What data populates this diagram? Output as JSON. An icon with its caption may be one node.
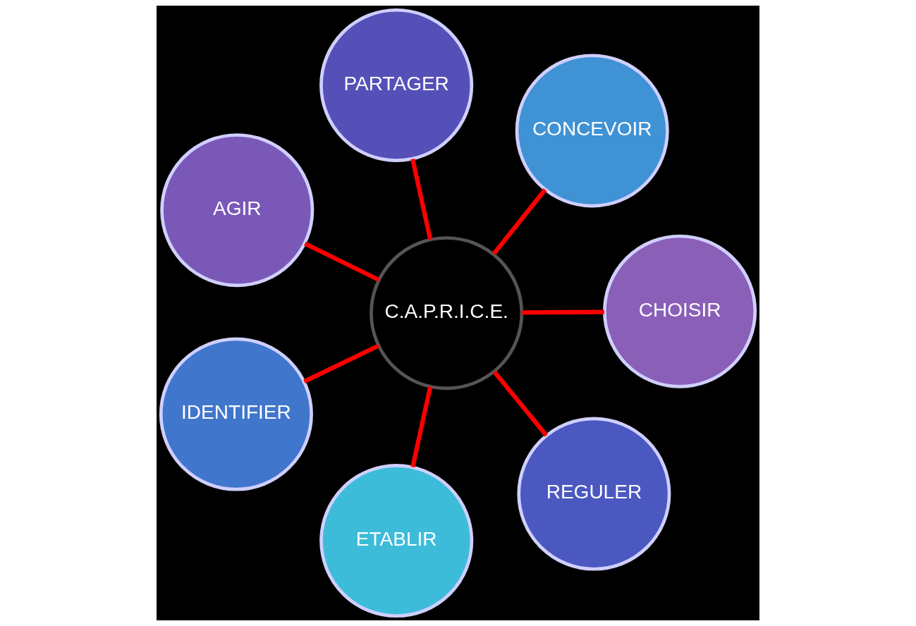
{
  "diagram": {
    "nodes": [
      {
        "text": [
          "C.A.P.R.I.C.E."
        ]
      },
      {
        "text": [
          "CHOISIR"
        ]
      },
      {
        "text": [
          "ETABLIR"
        ]
      },
      {
        "text": [
          "AGIR"
        ]
      },
      {
        "text": [
          "CONCEVOIR"
        ]
      },
      {
        "text": [
          "PARTAGER"
        ]
      },
      {
        "text": [
          "IDENTIFIER"
        ]
      },
      {
        "text": [
          "REGULER"
        ]
      }
    ],
    "edges": [
      {
        "from": 0,
        "to": 1,
        "arrow": "none"
      },
      {
        "from": 0,
        "to": 2,
        "arrow": "none"
      },
      {
        "from": 0,
        "to": 3,
        "arrow": "none"
      },
      {
        "from": 0,
        "to": 4,
        "arrow": "none"
      },
      {
        "from": 0,
        "to": 5,
        "arrow": "none"
      },
      {
        "from": 0,
        "to": 6,
        "arrow": "none"
      },
      {
        "from": 0,
        "to": 7,
        "arrow": "none"
      }
    ]
  }
}
